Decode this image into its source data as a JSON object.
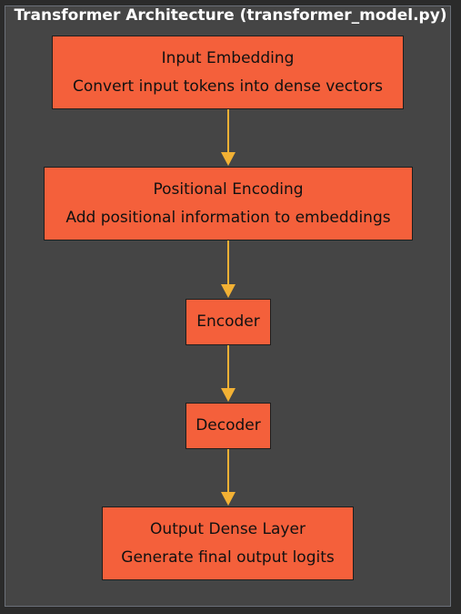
{
  "diagram": {
    "title": "Transformer Architecture (transformer_model.py)",
    "colors": {
      "background": "#454545",
      "border": "#6b7079",
      "node_fill": "#f4603b",
      "node_border": "#1e1e1e",
      "arrow": "#f2b134",
      "title_text": "#ffffff"
    },
    "nodes": [
      {
        "title": "Input Embedding",
        "description": "Convert input tokens into dense vectors"
      },
      {
        "title": "Positional Encoding",
        "description": "Add positional information to embeddings"
      },
      {
        "title": "Encoder"
      },
      {
        "title": "Decoder"
      },
      {
        "title": "Output Dense Layer",
        "description": "Generate final output logits"
      }
    ],
    "edges": [
      {
        "from": "Input Embedding",
        "to": "Positional Encoding"
      },
      {
        "from": "Positional Encoding",
        "to": "Encoder"
      },
      {
        "from": "Encoder",
        "to": "Decoder"
      },
      {
        "from": "Decoder",
        "to": "Output Dense Layer"
      }
    ]
  }
}
